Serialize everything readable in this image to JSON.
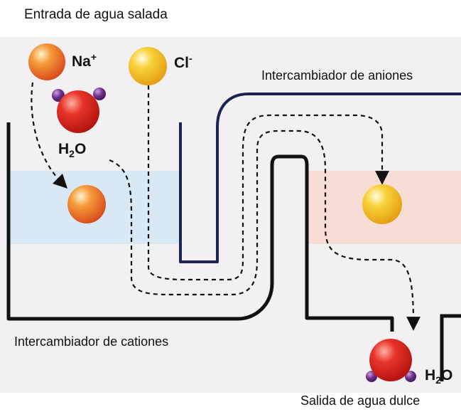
{
  "labels": {
    "saltwater_inlet": "Entrada de agua salada",
    "anion_exchanger": "Intercambiador de aniones",
    "cation_exchanger": "Intercambiador de cationes",
    "freshwater_outlet": "Salida de agua dulce"
  },
  "chemistry": {
    "sodium_symbol": "Na",
    "sodium_charge": "+",
    "chloride_symbol": "Cl",
    "chloride_charge": "-",
    "water_h": "H",
    "water_sub": "2",
    "water_o": "O"
  },
  "colors": {
    "background_panel": "#f3f0f3",
    "cation_zone": "#d8e9f5",
    "anion_zone": "#f7ddd6",
    "wall_black": "#111111",
    "wall_navy": "#1c2350",
    "sodium_ion": "#ef7a25",
    "chloride_ion": "#f2b619",
    "oxygen_atom": "#d62a22",
    "hydrogen_atom": "#5e2a78"
  }
}
